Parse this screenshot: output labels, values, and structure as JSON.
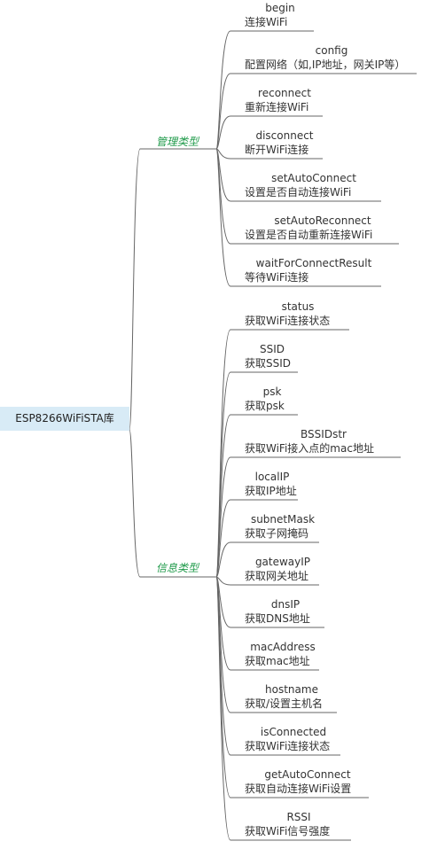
{
  "root_label": "ESP8266WiFiSTA库",
  "colors": {
    "line": "#666666",
    "group_text": "#1f9a4a",
    "root_bg": "#d8ebf6"
  },
  "groups": [
    {
      "label": "管理类型",
      "items": [
        {
          "name": "begin",
          "desc": "连接WiFi"
        },
        {
          "name": "config",
          "desc": "配置网络（如,IP地址，网关IP等）"
        },
        {
          "name": "reconnect",
          "desc": "重新连接WiFi"
        },
        {
          "name": "disconnect",
          "desc": "断开WiFi连接"
        },
        {
          "name": "setAutoConnect",
          "desc": "设置是否自动连接WiFi"
        },
        {
          "name": "setAutoReconnect",
          "desc": "设置是否自动重新连接WiFi"
        },
        {
          "name": "waitForConnectResult",
          "desc": "等待WiFi连接"
        }
      ]
    },
    {
      "label": "信息类型",
      "items": [
        {
          "name": "status",
          "desc": "获取WiFi连接状态"
        },
        {
          "name": "SSID",
          "desc": "获取SSID"
        },
        {
          "name": "psk",
          "desc": "获取psk"
        },
        {
          "name": "BSSIDstr",
          "desc": "获取WiFi接入点的mac地址"
        },
        {
          "name": "localIP",
          "desc": "获取IP地址"
        },
        {
          "name": "subnetMask",
          "desc": "获取子网掩码"
        },
        {
          "name": "gatewayIP",
          "desc": "获取网关地址"
        },
        {
          "name": "dnsIP",
          "desc": "获取DNS地址"
        },
        {
          "name": "macAddress",
          "desc": "获取mac地址"
        },
        {
          "name": "hostname",
          "desc": "获取/设置主机名"
        },
        {
          "name": "isConnected",
          "desc": "获取WiFi连接状态"
        },
        {
          "name": "getAutoConnect",
          "desc": "获取自动连接WiFi设置"
        },
        {
          "name": "RSSI",
          "desc": "获取WiFi信号强度"
        }
      ]
    }
  ]
}
